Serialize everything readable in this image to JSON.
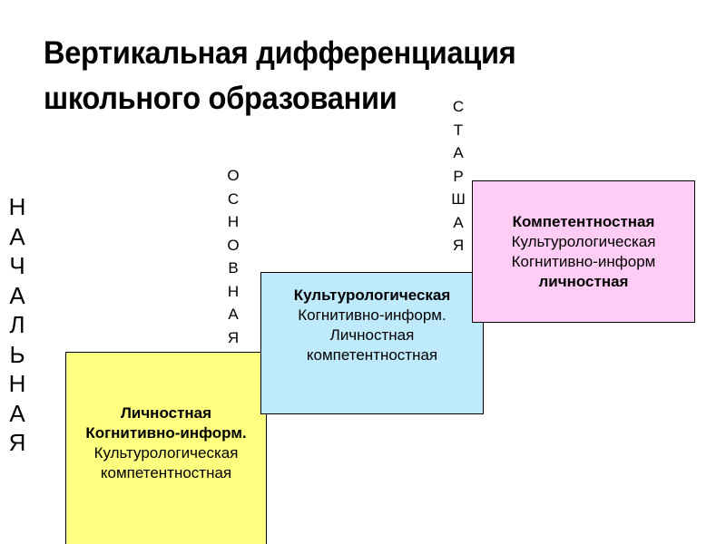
{
  "slide": {
    "title_lines": [
      "Вертикальная дифференциация",
      "школьного образовании"
    ],
    "levels": {
      "primary": {
        "label": "НАЧАЛЬНАЯ",
        "letters": [
          "Н",
          "А",
          "Ч",
          "А",
          "Л",
          "Ь",
          "Н",
          "А",
          "Я"
        ]
      },
      "basic": {
        "label": "ОСНОВНАЯ",
        "letters": [
          "О",
          "С",
          "Н",
          "О",
          "В",
          "Н",
          "А",
          "Я"
        ]
      },
      "senior": {
        "label": "СТАРШАЯ",
        "letters": [
          "С",
          "Т",
          "А",
          "Р",
          "Ш",
          "А",
          "Я"
        ]
      }
    },
    "boxes": {
      "primary": {
        "color": "#ffff80",
        "lines": [
          {
            "text": "Личностная",
            "bold": true
          },
          {
            "text": "Когнитивно-информ.",
            "bold": true
          },
          {
            "text": "Культурологическая",
            "bold": false
          },
          {
            "text": "компетентностная",
            "bold": false
          }
        ]
      },
      "basic": {
        "color": "#bfeafb",
        "lines": [
          {
            "text": "Культурологическая",
            "bold": true
          },
          {
            "text": "Когнитивно-информ.",
            "bold": false
          },
          {
            "text": "Личностная",
            "bold": false
          },
          {
            "text": "компетентностная",
            "bold": false
          }
        ]
      },
      "senior": {
        "color": "#ffccf5",
        "lines": [
          {
            "text": "Компетентностная",
            "bold": true
          },
          {
            "text": "Культурологическая",
            "bold": false
          },
          {
            "text": "Когнитивно-информ",
            "bold": false
          },
          {
            "text": "личностная",
            "bold": true
          }
        ]
      }
    }
  }
}
